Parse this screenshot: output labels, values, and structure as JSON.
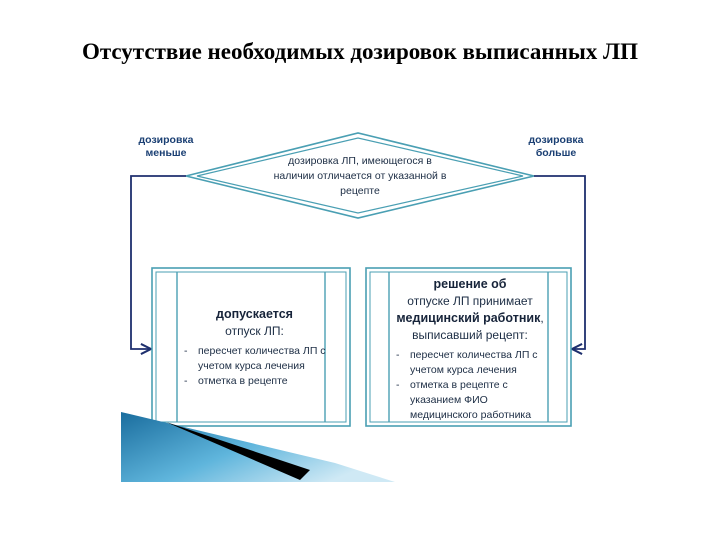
{
  "title": "Отсутствие необходимых дозировок выписанных ЛП",
  "diagram": {
    "diamond_text": "дозировка ЛП, имеющегося в наличии отличается от указанной в рецепте",
    "left_branch_label": "дозировка меньше",
    "right_branch_label": "дозировка больше",
    "left_box": {
      "heading_bold": "допускается",
      "heading_rest": "отпуск ЛП:",
      "items": [
        "пересчет количества ЛП с учетом курса лечения",
        "отметка в рецепте"
      ]
    },
    "right_box": {
      "heading_bold_1": "решение об",
      "heading_norm_1": "отпуске ЛП принимает",
      "heading_bold_2": "медицинский работник",
      "heading_norm_2": ",",
      "heading_norm_3": "выписавший рецепт:",
      "items": [
        "пересчет количества ЛП с учетом курса лечения",
        "отметка в рецепте с указанием ФИО медицинского работника"
      ]
    },
    "colors": {
      "connector": "#1e2f6e",
      "box_border": "#4a9fb3",
      "diamond_border": "#4a9fb3",
      "accent": "#2a86b8"
    }
  }
}
